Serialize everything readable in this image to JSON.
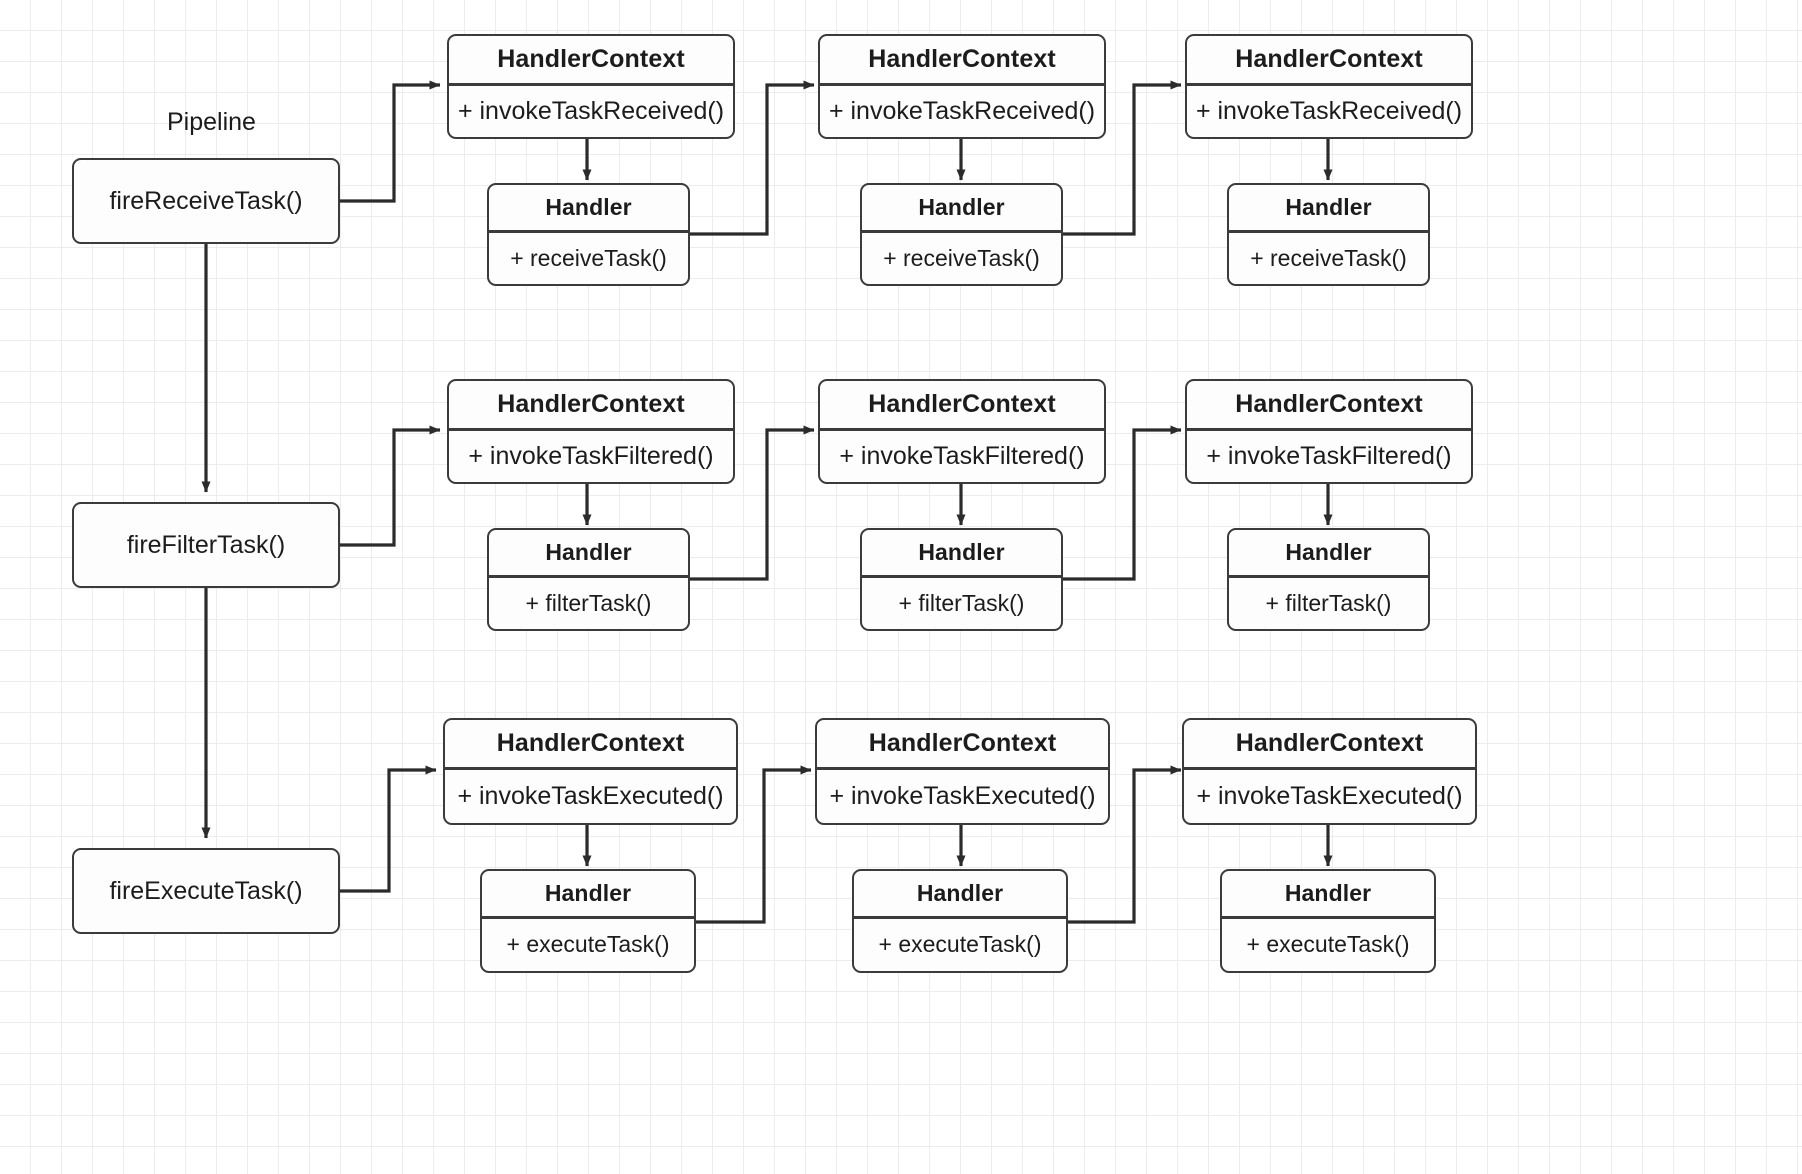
{
  "diagram": {
    "title_label": "Pipeline",
    "background": "#ffffff",
    "grid_color": "#ececec",
    "stroke_color": "#3b3b3b",
    "fill_color": "#fdfdfd",
    "pipeline_nodes": [
      {
        "label": "fireReceiveTask()"
      },
      {
        "label": "fireFilterTask()"
      },
      {
        "label": "fireExecuteTask()"
      }
    ],
    "rows": [
      {
        "row_name": "receive",
        "chain": [
          {
            "context_title": "HandlerContext",
            "context_method": "+ invokeTaskReceived()",
            "handler_title": "Handler",
            "handler_method": "+ receiveTask()"
          },
          {
            "context_title": "HandlerContext",
            "context_method": "+ invokeTaskReceived()",
            "handler_title": "Handler",
            "handler_method": "+ receiveTask()"
          },
          {
            "context_title": "HandlerContext",
            "context_method": "+ invokeTaskReceived()",
            "handler_title": "Handler",
            "handler_method": "+ receiveTask()"
          }
        ]
      },
      {
        "row_name": "filter",
        "chain": [
          {
            "context_title": "HandlerContext",
            "context_method": "+ invokeTaskFiltered()",
            "handler_title": "Handler",
            "handler_method": "+ filterTask()"
          },
          {
            "context_title": "HandlerContext",
            "context_method": "+ invokeTaskFiltered()",
            "handler_title": "Handler",
            "handler_method": "+ filterTask()"
          },
          {
            "context_title": "HandlerContext",
            "context_method": "+ invokeTaskFiltered()",
            "handler_title": "Handler",
            "handler_method": "+ filterTask()"
          }
        ]
      },
      {
        "row_name": "execute",
        "chain": [
          {
            "context_title": "HandlerContext",
            "context_method": "+ invokeTaskExecuted()",
            "handler_title": "Handler",
            "handler_method": "+ executeTask()"
          },
          {
            "context_title": "HandlerContext",
            "context_method": "+ invokeTaskExecuted()",
            "handler_title": "Handler",
            "handler_method": "+ executeTask()"
          },
          {
            "context_title": "HandlerContext",
            "context_method": "+ invokeTaskExecuted()",
            "handler_title": "Handler",
            "handler_method": "+ executeTask()"
          }
        ]
      }
    ]
  }
}
